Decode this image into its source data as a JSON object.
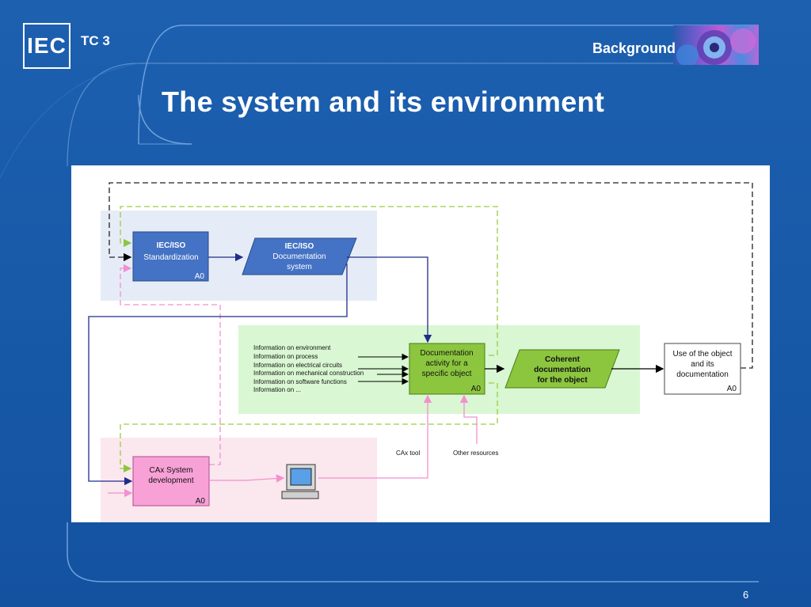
{
  "header": {
    "logo_text": "IEC",
    "committee": "TC 3",
    "section": "Background",
    "title": "The system and its environment",
    "page_number": "6"
  },
  "diagram": {
    "standardization": {
      "line1": "IEC/ISO",
      "line2": "Standardization",
      "tag": "A0"
    },
    "doc_system": {
      "line1": "IEC/ISO",
      "line2": "Documentation",
      "line3": "system"
    },
    "documentation_activity": {
      "line1": "Documentation",
      "line2": "activity for a",
      "line3": "specific object",
      "tag": "A0"
    },
    "coherent_doc": {
      "line1": "Coherent",
      "line2": "documentation",
      "line3": "for the object"
    },
    "use_object": {
      "line1": "Use of the object",
      "line2": "and its",
      "line3": "documentation",
      "tag": "A0"
    },
    "cax_dev": {
      "line1": "CAx System",
      "line2": "development",
      "tag": "A0"
    },
    "inputs": [
      "Information on environment",
      "Information on process",
      "Information on electrical circuits",
      "Information on mechanical construction",
      "Information on software functions",
      "Information on ..."
    ],
    "cax_tool_label": "CAx tool",
    "other_resources_label": "Other resources",
    "colors": {
      "blue_box": "#4472c4",
      "green_box": "#8cc63f",
      "pink_box": "#f7a1d6",
      "blue_band": "#e6ecf7",
      "green_band": "#d9f7d2",
      "pink_band": "#fbe7ee"
    }
  }
}
